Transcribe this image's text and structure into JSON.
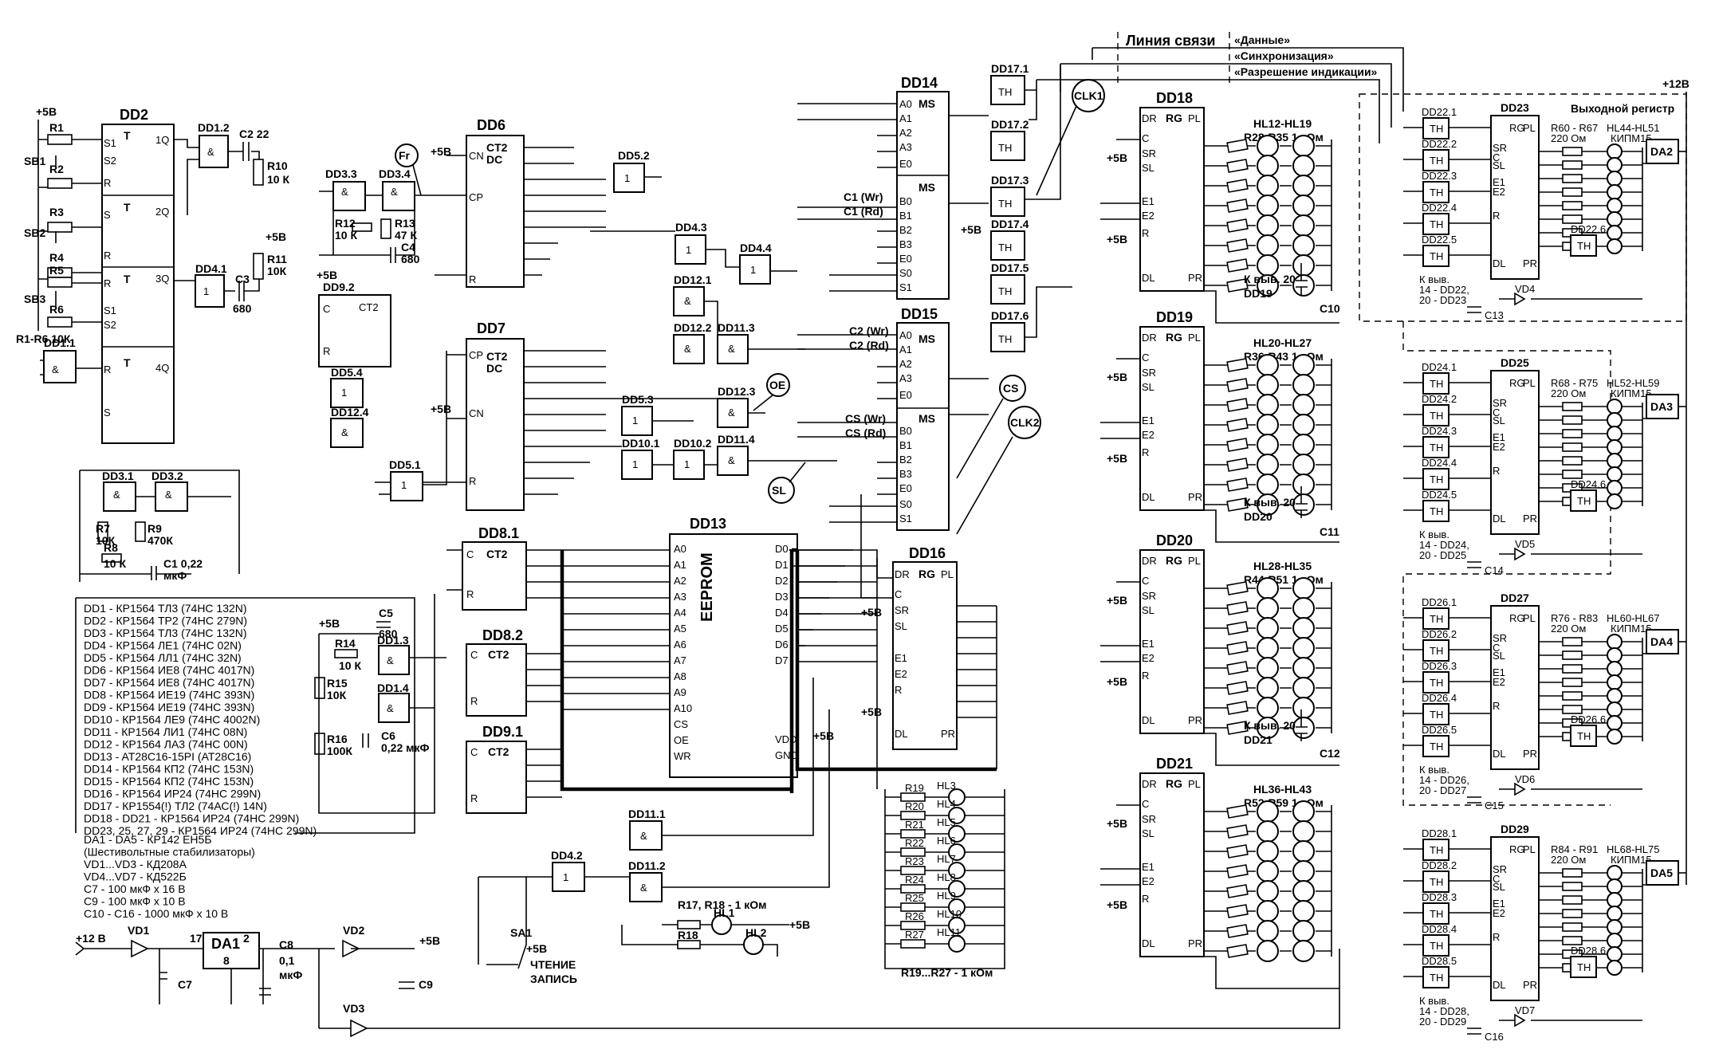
{
  "link": {
    "title": "Линия связи",
    "data": "«Данные»",
    "sync": "«Синхронизация»",
    "enable": "«Разрешение индикации»"
  },
  "output_register_label": "Выходной регистр",
  "supply": {
    "p12_top": "+12В",
    "p5": "+5В",
    "p12_in": "+12 В"
  },
  "circles": {
    "fr": "Fr",
    "clk1": "CLK1",
    "oe": "OE",
    "cs": "CS",
    "clk2": "CLK2",
    "sl": "SL"
  },
  "chips": {
    "dd2": "DD2",
    "dd6": "DD6",
    "dd7": "DD7",
    "dd8": "DD8.1",
    "dd82": "DD8.2",
    "dd91": "DD9.1",
    "dd92": "DD9.2",
    "dd13": "DD13",
    "dd14": "DD14",
    "dd15": "DD15",
    "dd16": "DD16",
    "dd18": "DD18",
    "dd19": "DD19",
    "dd20": "DD20",
    "dd21": "DD21",
    "dd23": "DD23",
    "dd25": "DD25",
    "dd27": "DD27",
    "dd29": "DD29",
    "da1": "DA1",
    "da2": "DA2",
    "da3": "DA3",
    "da4": "DA4",
    "da5": "DA5",
    "eeprom": "EEPROM",
    "ct2": "CT2",
    "dc": "DC",
    "rg": "RG",
    "ms": "MS"
  },
  "led_groups": {
    "g18": "HL12-HL19",
    "r18": "R28-R35  1 кОм",
    "g19": "HL20-HL27",
    "r19": "R36-R43  1 кОм",
    "g20": "HL28-HL35",
    "r20": "R44-R51  1 кОм",
    "g21": "HL36-HL43",
    "r21": "R52-R59  1 кОм",
    "note19": "К выв. 20",
    "note19b": "DD19",
    "note20": "К выв. 20",
    "note20b": "DD20",
    "note21": "К выв. 20",
    "note21b": "DD21"
  },
  "out_groups": {
    "a": "R60 - R67",
    "a2": "220 Ом",
    "a3": "HL44-HL51",
    "a4": "КИПМ15",
    "b": "R68 - R75",
    "b2": "220 Ом",
    "b3": "HL52-HL59",
    "b4": "КИПМ15",
    "c": "R76 - R83",
    "c2": "220 Ом",
    "c3": "HL60-HL67",
    "c4": "КИПМ15",
    "d": "R84 - R91",
    "d2": "220 Ом",
    "d3": "HL68-HL75",
    "d4": "КИПМ15",
    "n1": "К выв.",
    "n1b": "14 - DD22,",
    "n1c": "20 - DD23",
    "n2": "К выв.",
    "n2b": "14 - DD24,",
    "n2c": "20 - DD25",
    "n3": "К выв.",
    "n3b": "14 - DD26,",
    "n3c": "20 - DD27",
    "n4": "К выв.",
    "n4b": "14 - DD28,",
    "n4c": "20 - DD29"
  },
  "legend": [
    "DD1  -  КР1564 ТЛ3       (74НС 132N)",
    "DD2  -  КР1564 ТР2       (74НС 279N)",
    "DD3  -  КР1564 ТЛ3       (74НС 132N)",
    "DD4  -  КР1564 ЛЕ1       (74НС 02N)",
    "DD5  -  КР1564 ЛЛ1       (74НС 32N)",
    "DD6  -  КР1564 ИЕ8       (74НС 4017N)",
    "DD7  -  КР1564 ИЕ8       (74НС 4017N)",
    "DD8  -  КР1564 ИЕ19      (74НС 393N)",
    "DD9  -  КР1564 ИЕ19      (74НС 393N)",
    "DD10 -  КР1564 ЛЕ9       (74НС 4002N)",
    "DD11 -  КР1564 ЛИ1       (74НС 08N)",
    "DD12 -  КР1564 ЛА3       (74НС 00N)",
    "DD13 -  AT28C16-15PI     (AT28C16)",
    "DD14 -  КР1564 КП2       (74НС 153N)",
    "DD15 -  КР1564 КП2       (74НС 153N)",
    "DD16 -  КР1564 ИР24      (74НС 299N)",
    "DD17 -  КР1554(!) ТЛ2    (74АС(!) 14N)",
    "DD18 - DD21 - КР1564 ИР24      (74НС 299N)",
    "DD23, 25, 27, 29 - КР1564 ИР24   (74НС 299N)"
  ],
  "legend2": [
    "DA1 - DA5 - КР142 ЕН5Б",
    "(Шестивольтные стабилизаторы)",
    "VD1...VD3 - КД208А",
    "VD4...VD7 - КД522Б",
    "C7  -  100 мкФ х 16 В",
    "C9  -  100 мкФ х 10 В",
    "C10 - C16  -  1000 мкФ х 10 В"
  ],
  "misc": {
    "r1r6": "R1-R6  10К",
    "r10": "R10",
    "r10v": "10 К",
    "r11": "R11",
    "r11v": "10К",
    "c2": "C2  22",
    "c3": "C3",
    "c3v": "680",
    "c4": "C4",
    "c4v": "680",
    "r12": "R12",
    "r12v": "10 К",
    "r13": "R13",
    "r13v": "47 К",
    "r7": "R7",
    "r7v": "10К",
    "r9": "R9",
    "r9v": "470К",
    "r8": "R8",
    "r8v": "10 К",
    "c1": "C1  0,22",
    "c1v": "мкФ",
    "r14": "R14",
    "r14v": "10 К",
    "r15": "R15",
    "r15v": "10К",
    "r16": "R16",
    "r16v": "100К",
    "c5": "C5",
    "c5v": "680",
    "c6": "C6",
    "c6v": "0,22 мкФ",
    "r17": "R17, R18 - 1 кОм",
    "hl1": "HL1",
    "hl2": "HL2",
    "r18n": "R18",
    "sa1": "SA1",
    "read": "ЧТЕНИЕ",
    "write": "ЗАПИСЬ",
    "r19r27": "R19...R27 - 1 кОм",
    "vd1": "VD1",
    "vd2": "VD2",
    "vd3": "VD3",
    "c7": "C7",
    "c8": "C8",
    "c8v": "0,1",
    "c8u": "мкФ",
    "c9": "C9",
    "c10": "C10",
    "c11": "C11",
    "c12": "C12",
    "c13": "C13",
    "c14": "C14",
    "c15": "C15",
    "c16": "C16",
    "wr": "C1 (Wr)",
    "rd": "C1 (Rd)",
    "wr2": "C2 (Wr)",
    "rd2": "C2 (Rd)",
    "csw": "CS (Wr)",
    "csr": "CS (Rd)"
  }
}
